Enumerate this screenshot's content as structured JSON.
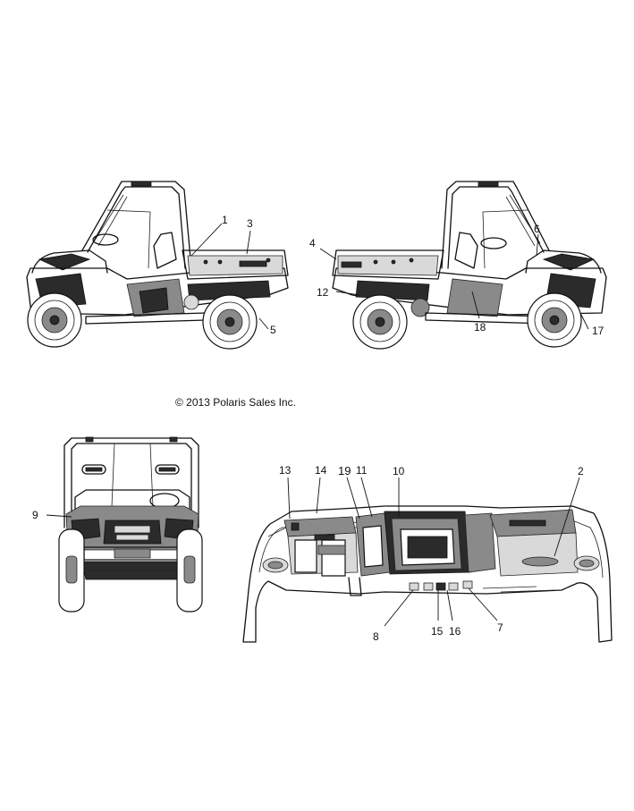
{
  "copyright": "© 2013 Polaris Sales Inc.",
  "callouts": {
    "c1": "1",
    "c2": "2",
    "c3": "3",
    "c4": "4",
    "c5": "5",
    "c6": "6",
    "c7": "7",
    "c8": "8",
    "c9": "9",
    "c10": "10",
    "c11": "11",
    "c12": "12",
    "c13": "13",
    "c14": "14",
    "c15": "15",
    "c16": "16",
    "c17": "17",
    "c18": "18",
    "c19": "19"
  }
}
